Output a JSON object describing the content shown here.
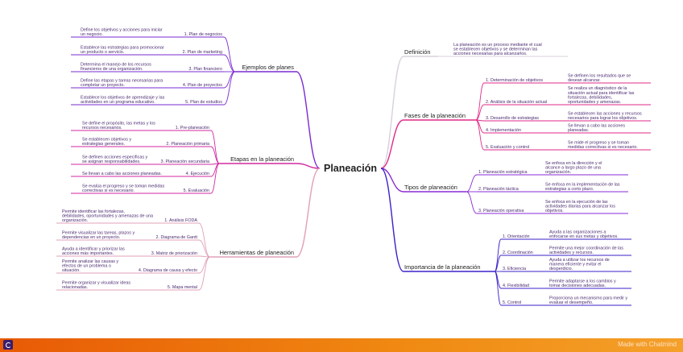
{
  "root": {
    "label": "Planeación",
    "color": "#3b1c6e"
  },
  "branches": [
    {
      "id": "ejemplos",
      "label": "Ejemplos de planes",
      "color": "#7a2bd1",
      "leaves": [
        {
          "num": "1. Plan de negocios",
          "text": "Define los objetivos y acciones para iniciar un negocio."
        },
        {
          "num": "2. Plan de marketing",
          "text": "Establece las estrategias para promocionar un producto o servicio."
        },
        {
          "num": "3. Plan financiero",
          "text": "Determina el manejo de los recursos financieros de una organización."
        },
        {
          "num": "4. Plan de proyectos",
          "text": "Define las etapas y tareas necesarias para completar un proyecto."
        },
        {
          "num": "5. Plan de estudios",
          "text": "Establece los objetivos de aprendizaje y las actividades en un programa educativo."
        }
      ]
    },
    {
      "id": "etapas",
      "label": "Etapas en la planeación",
      "color": "#d02aa0",
      "leaves": [
        {
          "num": "1. Pre-planeación",
          "text": "Se define el propósito, las metas y los recursos necesarios."
        },
        {
          "num": "2. Planeación primaria",
          "text": "Se establecen objetivos y estrategias generales."
        },
        {
          "num": "3. Planeación secundaria",
          "text": "Se definen acciones específicas y se asignan responsabilidades."
        },
        {
          "num": "4. Ejecución",
          "text": "Se llevan a cabo las acciones planeadas."
        },
        {
          "num": "5. Evaluación",
          "text": "Se evalúa el progreso y se toman medidas correctivas si es necesario."
        }
      ]
    },
    {
      "id": "herramientas",
      "label": "Herramientas de planeación",
      "color": "#e0a0b8",
      "leaves": [
        {
          "num": "1. Análisis FODA",
          "text": "Permite identificar las fortalezas, debilidades, oportunidades y amenazas de una organización."
        },
        {
          "num": "2. Diagrama de Gantt",
          "text": "Permite visualizar las tareas, plazos y dependencias en un proyecto."
        },
        {
          "num": "3. Matriz de priorización",
          "text": "Ayuda a identificar y priorizar las acciones más importantes."
        },
        {
          "num": "4. Diagrama de causa y efecto",
          "text": "Permite analizar las causas y efectos de un problema o situación."
        },
        {
          "num": "5. Mapa mental",
          "text": "Permite organizar y visualizar ideas relacionadas."
        }
      ]
    },
    {
      "id": "definicion",
      "label": "Definición",
      "color": "#d8d0dc",
      "leaves": [
        {
          "num": "",
          "text": "La planeación es un proceso mediante el cual se establecen objetivos y se determinan las acciones necesarias para alcanzarlos."
        }
      ]
    },
    {
      "id": "fases",
      "label": "Fases de la planeación",
      "color": "#e02a88",
      "leaves": [
        {
          "num": "1. Determinación de objetivos",
          "text": "Se definen los resultados que se desean alcanzar."
        },
        {
          "num": "2. Análisis de la situación actual",
          "text": "Se realiza un diagnóstico de la situación actual para identificar las fortalezas, debilidades, oportunidades y amenazas."
        },
        {
          "num": "3. Desarrollo de estrategias",
          "text": "Se establecen las acciones y recursos necesarios para lograr los objetivos."
        },
        {
          "num": "4. Implementación",
          "text": "Se llevan a cabo las acciones planeadas."
        },
        {
          "num": "5. Evaluación y control",
          "text": "Se mide el progreso y se toman medidas correctivas si es necesario."
        }
      ]
    },
    {
      "id": "tipos",
      "label": "Tipos de planeación",
      "color": "#8a2ad6",
      "leaves": [
        {
          "num": "1. Planeación estratégica",
          "text": "Se enfoca en la dirección y el alcance a largo plazo de una organización."
        },
        {
          "num": "2. Planeación táctica",
          "text": "Se enfoca en la implementación de las estrategias a corto plazo."
        },
        {
          "num": "3. Planeación operativa",
          "text": "Se enfoca en la ejecución de las actividades diarias para alcanzar los objetivos."
        }
      ]
    },
    {
      "id": "importancia",
      "label": "Importancia de la planeación",
      "color": "#3a22c8",
      "leaves": [
        {
          "num": "1. Orientación",
          "text": "Ayuda a las organizaciones a enfocarse en sus metas y objetivos."
        },
        {
          "num": "2. Coordinación",
          "text": "Permite una mejor coordinación de las actividades y recursos."
        },
        {
          "num": "3. Eficiencia",
          "text": "Ayuda a utilizar los recursos de manera eficiente y evitar el desperdicio."
        },
        {
          "num": "4. Flexibilidad",
          "text": "Permite adaptarse a los cambios y tomar decisiones adecuadas."
        },
        {
          "num": "5. Control",
          "text": "Proporciona un mecanismo para medir y evaluar el desempeño."
        }
      ]
    }
  ],
  "footer": {
    "made_with": "Made with Chatmind",
    "logo_icon": "chatmind-logo-icon"
  }
}
